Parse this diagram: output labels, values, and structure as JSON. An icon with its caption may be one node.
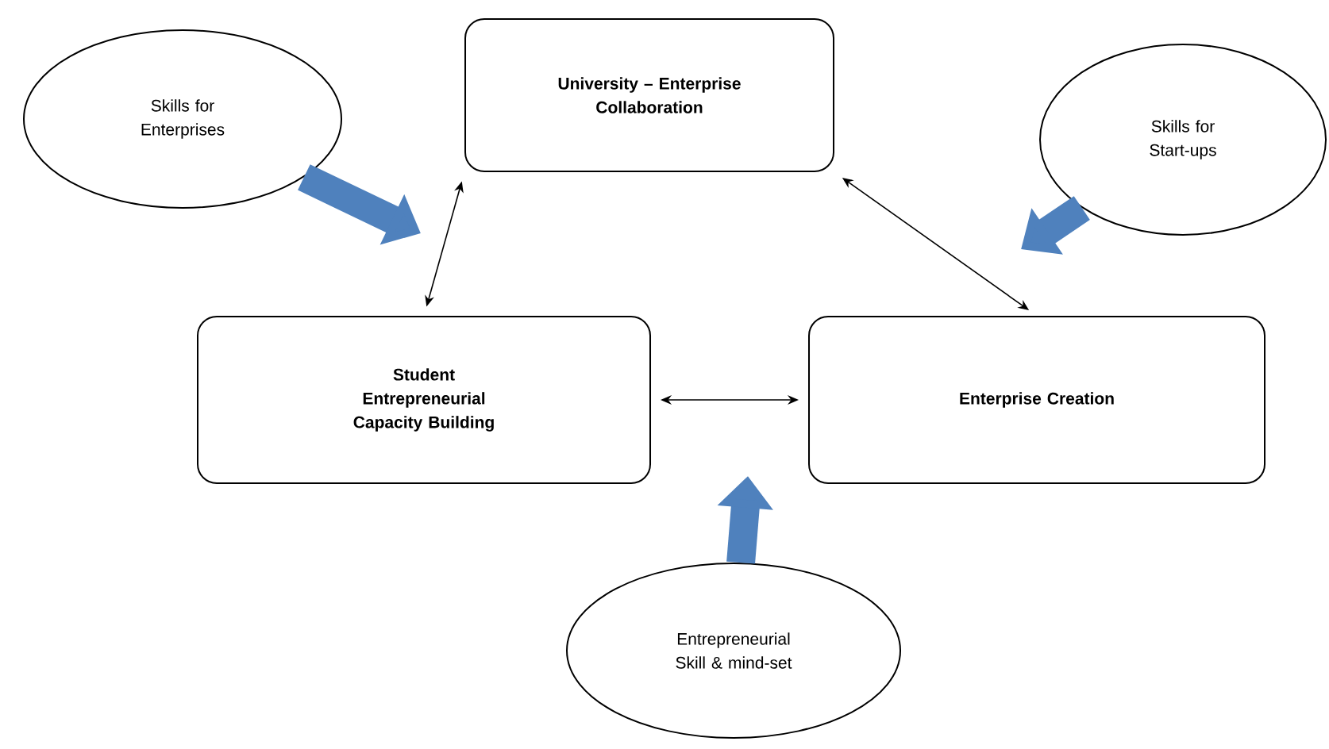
{
  "diagram": {
    "nodes": [
      {
        "text": [
          "University – Enterprise Collaboration"
        ]
      },
      {
        "text": [
          "Skills for Enterprises"
        ]
      },
      {
        "text": [
          "Skills for Start-ups"
        ]
      },
      {
        "text": [
          "Student Entrepreneurial Capacity Building"
        ]
      },
      {
        "text": [
          "Enterprise Creation"
        ]
      },
      {
        "text": [
          "Entrepreneurial Skill & mind-set"
        ]
      }
    ],
    "edges": [
      {
        "from": 0,
        "to": 3,
        "arrow": "both"
      },
      {
        "from": 0,
        "to": 4,
        "arrow": "both"
      },
      {
        "from": 3,
        "to": 4,
        "arrow": "both"
      },
      {
        "from": 1,
        "to": null,
        "arrow": "to",
        "style": "thick",
        "color": "#4f81bd"
      },
      {
        "from": 2,
        "to": null,
        "arrow": "to",
        "style": "thick",
        "color": "#4f81bd"
      },
      {
        "from": 5,
        "to": null,
        "arrow": "to",
        "style": "thick",
        "color": "#4f81bd"
      }
    ]
  }
}
